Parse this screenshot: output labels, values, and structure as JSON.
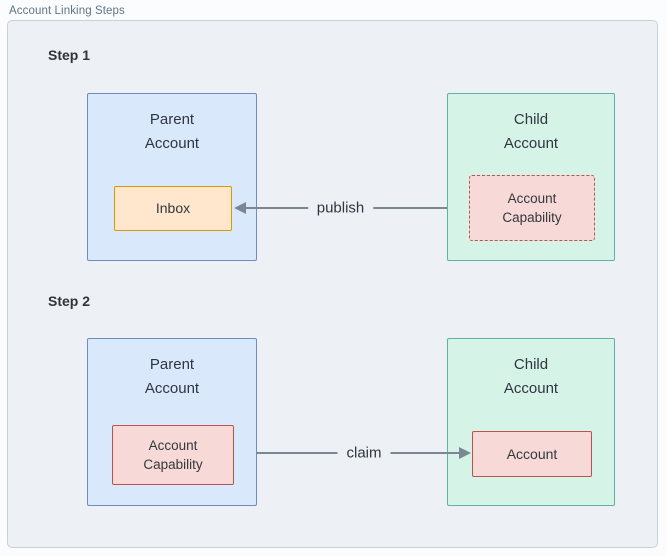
{
  "header": {
    "title": "Account Linking Steps"
  },
  "step1": {
    "label": "Step 1",
    "parent_title": "Parent\nAccount",
    "parent_inner": "Inbox",
    "child_title": "Child\nAccount",
    "child_inner": "Account\nCapability",
    "arrow_label": "publish"
  },
  "step2": {
    "label": "Step 2",
    "parent_title": "Parent\nAccount",
    "parent_inner": "Account\nCapability",
    "child_title": "Child\nAccount",
    "child_inner": "Account",
    "arrow_label": "claim"
  },
  "colors": {
    "canvas_bg": "#edf1f5",
    "parent_fill": "#dae8fc",
    "parent_border": "#6c8ebf",
    "child_fill": "#d6f3e7",
    "child_border": "#5fb2a0",
    "inbox_fill": "#ffe7cd",
    "inbox_border": "#d79b00",
    "capability_fill": "#f7d9d7",
    "capability_border": "#b85450",
    "arrow": "#7b8894",
    "title_text": "#5f7589"
  }
}
